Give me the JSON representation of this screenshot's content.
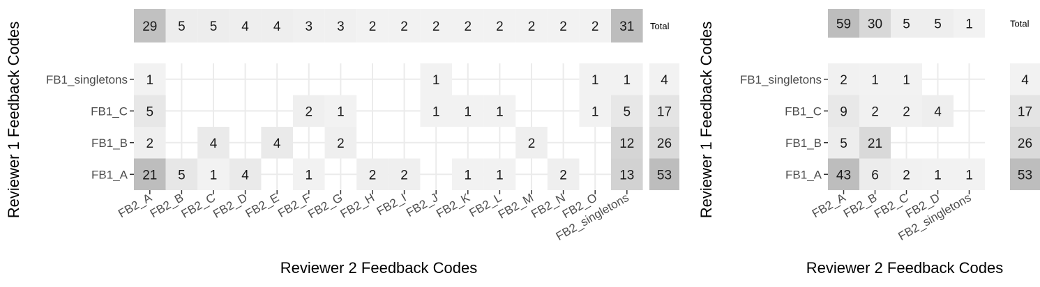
{
  "chart_data": [
    {
      "type": "heatmap",
      "xlabel": "Reviewer 2 Feedback Codes",
      "ylabel": "Reviewer 1 Feedback Codes",
      "total_label": "Total",
      "x_categories": [
        "FB2_A",
        "FB2_B",
        "FB2_C",
        "FB2_D",
        "FB2_E",
        "FB2_F",
        "FB2_G",
        "FB2_H",
        "FB2_I",
        "FB2_J",
        "FB2_K",
        "FB2_L",
        "FB2_M",
        "FB2_N",
        "FB2_O",
        "FB2_singletons"
      ],
      "y_categories": [
        "FB1_A",
        "FB1_B",
        "FB1_C",
        "FB1_singletons"
      ],
      "cells": [
        [
          "FB2_A",
          "FB1_A",
          21
        ],
        [
          "FB2_B",
          "FB1_A",
          5
        ],
        [
          "FB2_C",
          "FB1_A",
          1
        ],
        [
          "FB2_D",
          "FB1_A",
          4
        ],
        [
          "FB2_F",
          "FB1_A",
          1
        ],
        [
          "FB2_H",
          "FB1_A",
          2
        ],
        [
          "FB2_I",
          "FB1_A",
          2
        ],
        [
          "FB2_K",
          "FB1_A",
          1
        ],
        [
          "FB2_L",
          "FB1_A",
          1
        ],
        [
          "FB2_N",
          "FB1_A",
          2
        ],
        [
          "FB2_singletons",
          "FB1_A",
          13
        ],
        [
          "FB2_A",
          "FB1_B",
          2
        ],
        [
          "FB2_C",
          "FB1_B",
          4
        ],
        [
          "FB2_E",
          "FB1_B",
          4
        ],
        [
          "FB2_G",
          "FB1_B",
          2
        ],
        [
          "FB2_M",
          "FB1_B",
          2
        ],
        [
          "FB2_singletons",
          "FB1_B",
          12
        ],
        [
          "FB2_A",
          "FB1_C",
          5
        ],
        [
          "FB2_F",
          "FB1_C",
          2
        ],
        [
          "FB2_G",
          "FB1_C",
          1
        ],
        [
          "FB2_J",
          "FB1_C",
          1
        ],
        [
          "FB2_K",
          "FB1_C",
          1
        ],
        [
          "FB2_L",
          "FB1_C",
          1
        ],
        [
          "FB2_O",
          "FB1_C",
          1
        ],
        [
          "FB2_singletons",
          "FB1_C",
          5
        ],
        [
          "FB2_A",
          "FB1_singletons",
          1
        ],
        [
          "FB2_J",
          "FB1_singletons",
          1
        ],
        [
          "FB2_O",
          "FB1_singletons",
          1
        ],
        [
          "FB2_singletons",
          "FB1_singletons",
          1
        ]
      ],
      "column_totals": [
        29,
        5,
        5,
        4,
        4,
        3,
        3,
        2,
        2,
        2,
        2,
        2,
        2,
        2,
        2,
        31
      ],
      "row_totals": [
        53,
        26,
        17,
        4
      ],
      "color_scale": {
        "low": "#f2f2f2",
        "high": "#bdbdbd"
      },
      "grid": true
    },
    {
      "type": "heatmap",
      "xlabel": "Reviewer 2 Feedback Codes",
      "ylabel": "Reviewer 1 Feedback Codes",
      "total_label": "Total",
      "x_categories": [
        "FB2_A",
        "FB2_B",
        "FB2_C",
        "FB2_D",
        "FB2_singletons"
      ],
      "y_categories": [
        "FB1_A",
        "FB1_B",
        "FB1_C",
        "FB1_singletons"
      ],
      "cells": [
        [
          "FB2_A",
          "FB1_A",
          43
        ],
        [
          "FB2_B",
          "FB1_A",
          6
        ],
        [
          "FB2_C",
          "FB1_A",
          2
        ],
        [
          "FB2_D",
          "FB1_A",
          1
        ],
        [
          "FB2_singletons",
          "FB1_A",
          1
        ],
        [
          "FB2_A",
          "FB1_B",
          5
        ],
        [
          "FB2_B",
          "FB1_B",
          21
        ],
        [
          "FB2_A",
          "FB1_C",
          9
        ],
        [
          "FB2_B",
          "FB1_C",
          2
        ],
        [
          "FB2_C",
          "FB1_C",
          2
        ],
        [
          "FB2_D",
          "FB1_C",
          4
        ],
        [
          "FB2_A",
          "FB1_singletons",
          2
        ],
        [
          "FB2_B",
          "FB1_singletons",
          1
        ],
        [
          "FB2_C",
          "FB1_singletons",
          1
        ]
      ],
      "column_totals": [
        59,
        30,
        5,
        5,
        1
      ],
      "row_totals": [
        53,
        26,
        17,
        4
      ],
      "color_scale": {
        "low": "#f2f2f2",
        "high": "#bdbdbd"
      },
      "grid": true
    }
  ]
}
